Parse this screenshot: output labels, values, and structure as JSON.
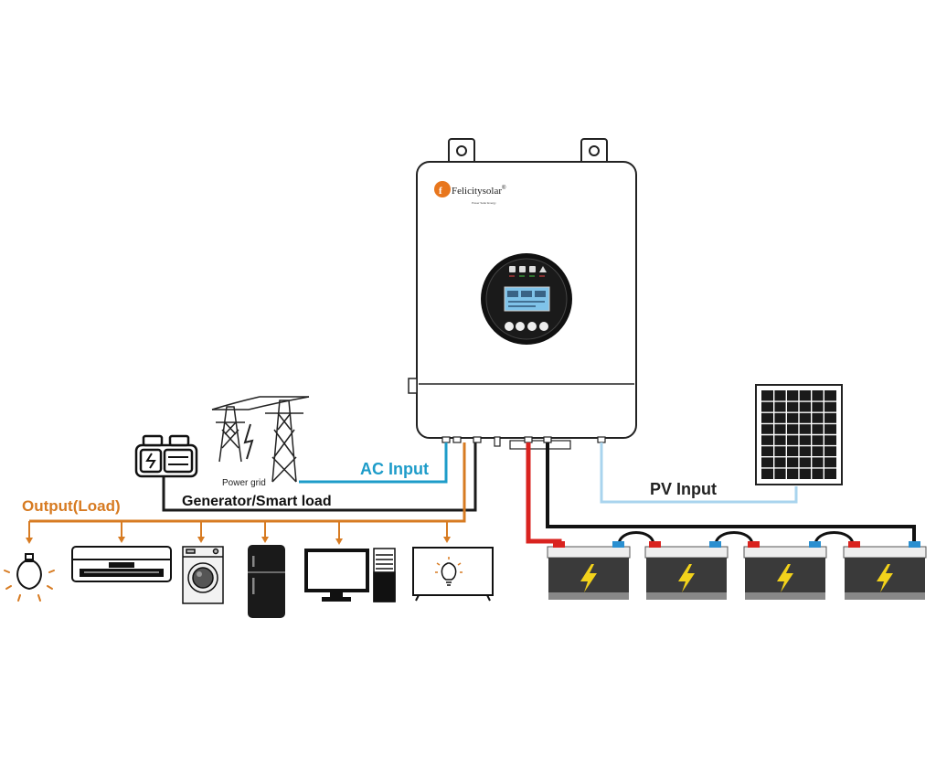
{
  "labels": {
    "ac_input": "AC Input",
    "pv_input": "PV Input",
    "generator": "Generator/Smart load",
    "output": "Output(Load)",
    "power_grid": "Power grid"
  },
  "inverter": {
    "brand": "Felicitysolar",
    "brand_mark": "®",
    "tagline": "Power Solar Energy"
  },
  "colors": {
    "ac": "#1e9cc9",
    "pv": "#a9d4ee",
    "output": "#d77b22",
    "generator": "#1b1b1b",
    "positive": "#d9231f",
    "negative": "#111111",
    "battery_terminal_pos": "#d9231f",
    "battery_terminal_neg": "#2a8fd0",
    "bolt": "#f2d21b",
    "brand": "#e8761d"
  },
  "icons": [
    "power-grid-tower-icon",
    "generator-icon",
    "solar-panel-icon",
    "battery-icon",
    "bulb-icon",
    "air-conditioner-icon",
    "washing-machine-icon",
    "refrigerator-icon",
    "monitor-icon",
    "pc-tower-icon",
    "tv-icon"
  ]
}
